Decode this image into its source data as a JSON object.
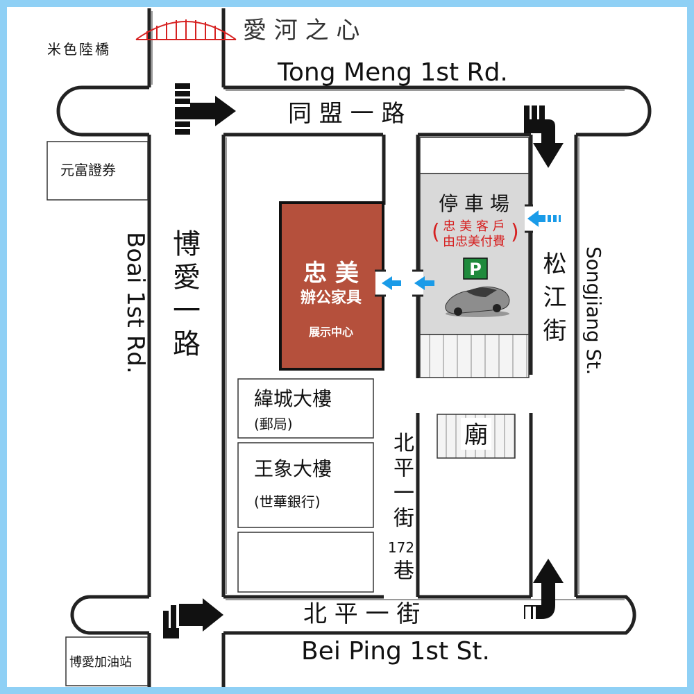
{
  "colors": {
    "frame": "#8fd0f5",
    "building": "#b5503c",
    "parking": "#d9d9d9",
    "arrow_blue": "#1a9be8",
    "parking_sign": "#1f8a3c",
    "bridge": "#d62020",
    "notice_red": "#d62020"
  },
  "landmarks": {
    "bridge_name": "米色陸橋",
    "river_heart": "愛 河 之 心",
    "securities": "元富證券",
    "gas_station": "博愛加油站",
    "temple": "廟"
  },
  "roads": {
    "tong_meng_en": "Tong Meng 1st Rd.",
    "tong_meng_zh": "同 盟 一 路",
    "boai_en": "Boai 1st Rd.",
    "boai_zh": "博愛一路",
    "songjiang_en": "Songjiang St.",
    "songjiang_zh": "松江街",
    "beiping_zh": "北 平 一 街",
    "beiping_en": "Bei Ping 1st  St.",
    "alley_zh_top": "北平一街",
    "alley_num": "172",
    "alley_zh_bottom": "巷"
  },
  "showroom": {
    "name": "忠 美",
    "subtitle": "辦公家具",
    "tag": "展示中心"
  },
  "parking": {
    "title": "停 車 場",
    "note_line1": "忠 美 客 戶",
    "note_line2": "由忠美付費",
    "sign": "P"
  },
  "buildings": {
    "weicheng": "緯城大樓",
    "weicheng_sub": "(郵局)",
    "wangxiang": "王象大樓",
    "wangxiang_sub": "(世華銀行)"
  }
}
